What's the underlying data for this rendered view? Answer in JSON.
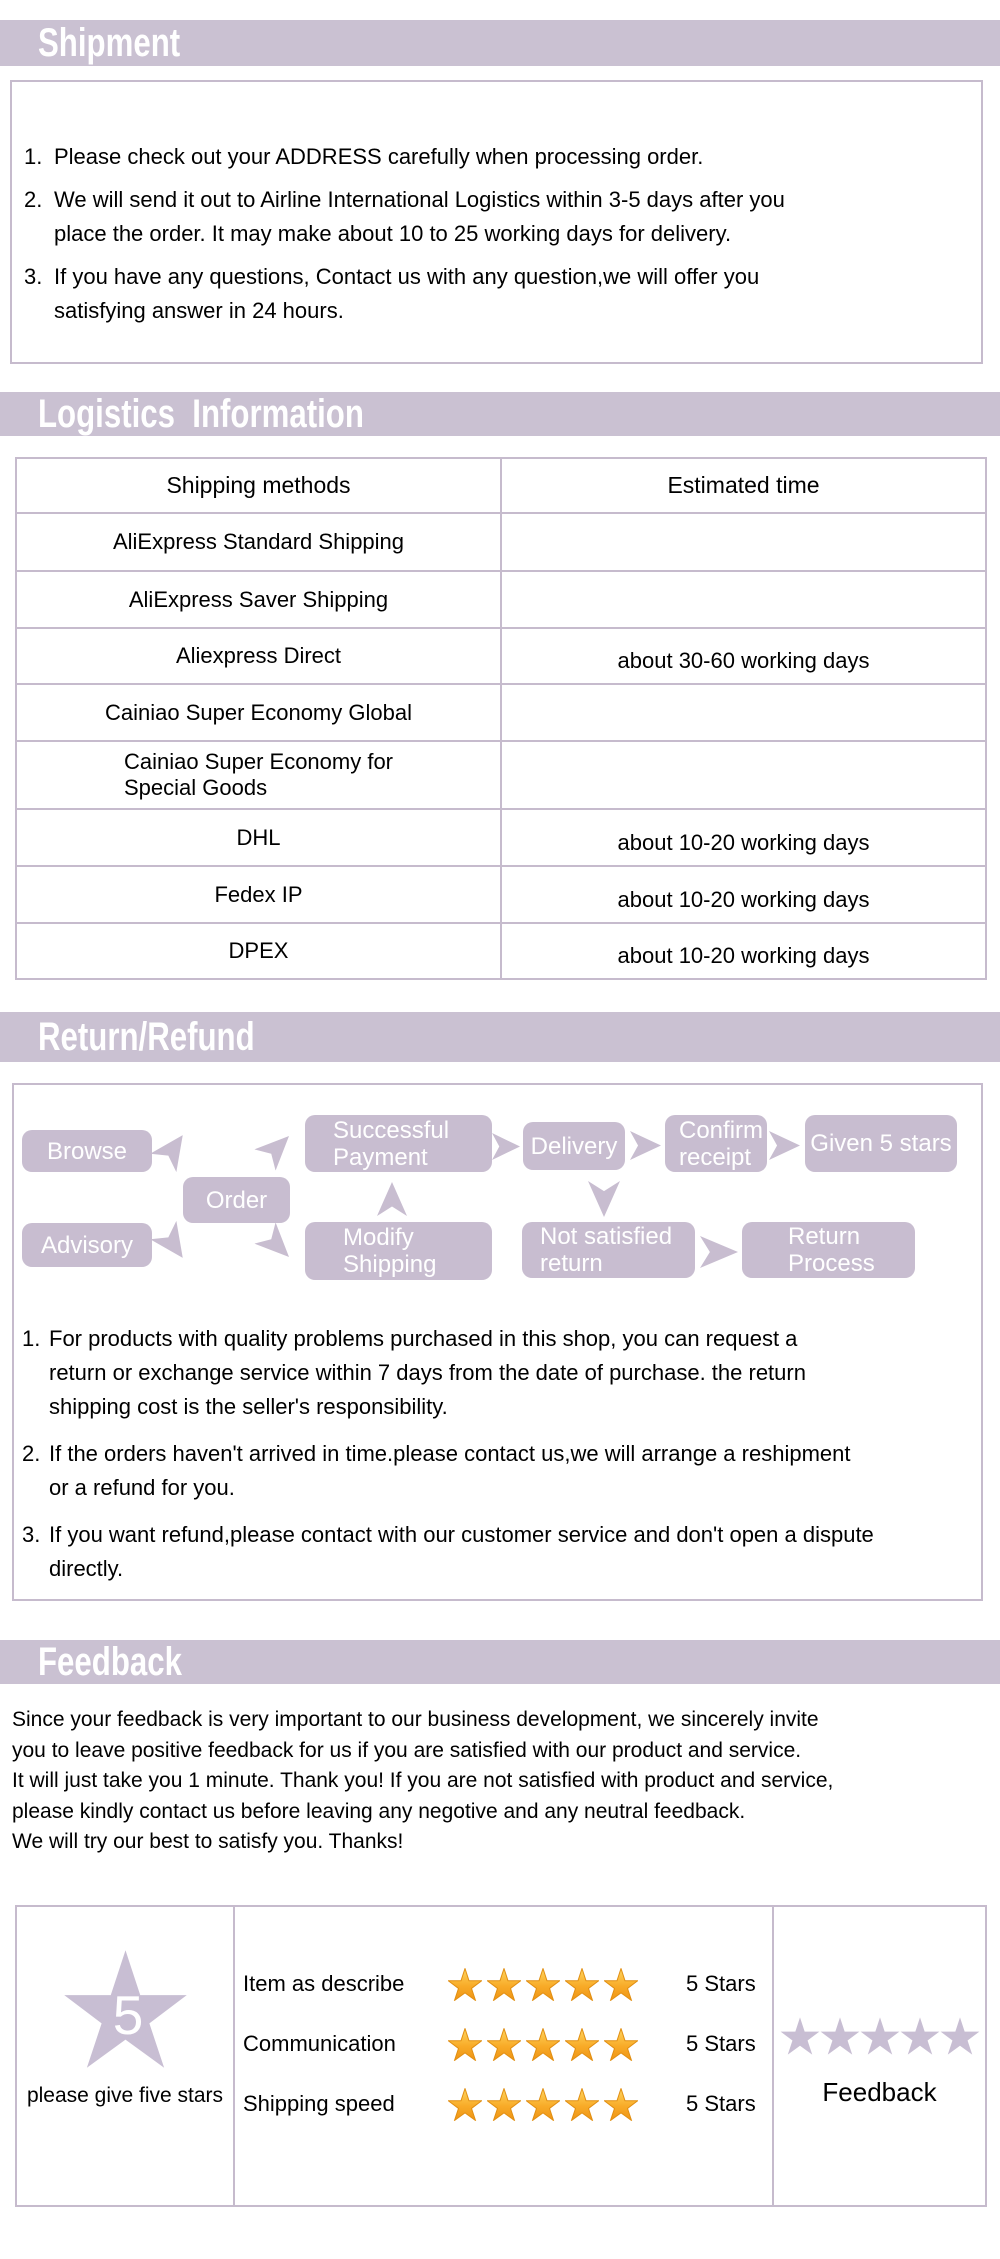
{
  "colors": {
    "band_bg": "#cac1d2",
    "band_text": "#ffffff",
    "border": "#c6bbcd",
    "flow_node": "#c8bdd0",
    "purple_star": "#c8bed3",
    "gold_star_top": "#fed45f",
    "gold_star_bottom": "#ef9414",
    "gold_star_stroke": "#e18f12",
    "body_text": "#000000"
  },
  "shipment": {
    "title": "Shipment",
    "items": [
      {
        "num": "1.",
        "text": "Please check out your ADDRESS carefully when processing order."
      },
      {
        "num": "2.",
        "text": "We will send it out to Airline International Logistics within 3-5 days after you\nplace the order. It may make about 10 to 25 working days for delivery."
      },
      {
        "num": "3.",
        "text": "If you have any questions, Contact us with any question,we will offer you\nsatisfying answer in 24 hours."
      }
    ]
  },
  "logistics": {
    "title": "Logistics  Information",
    "table": {
      "headers": [
        "Shipping methods",
        "Estimated time"
      ],
      "rows": [
        {
          "method": "AliExpress Standard Shipping",
          "time": ""
        },
        {
          "method": "AliExpress Saver Shipping",
          "time": ""
        },
        {
          "method": "Aliexpress Direct",
          "time": "about 30-60 working days"
        },
        {
          "method": "Cainiao Super Economy Global",
          "time": ""
        },
        {
          "method": "Cainiao Super Economy for\nSpecial Goods",
          "time": ""
        },
        {
          "method": "DHL",
          "time": "about 10-20 working days"
        },
        {
          "method": "Fedex IP",
          "time": "about 10-20 working days"
        },
        {
          "method": "DPEX",
          "time": "about 10-20 working days"
        }
      ]
    }
  },
  "returns": {
    "title": "Return/Refund",
    "flow": {
      "browse": "Browse",
      "order": "Order",
      "advisory": "Advisory",
      "successful_payment": "Successful\nPayment",
      "modify_shipping": "Modify\nShipping",
      "delivery": "Delivery",
      "not_satisfied": "Not satisfied\nreturn",
      "confirm_receipt": "Confirm\nreceipt",
      "return_process": "Return\nProcess",
      "given_5_stars": "Given 5 stars"
    },
    "items": [
      {
        "num": "1.",
        "text": "For products with quality problems purchased in this shop, you can request a\nreturn or exchange service within 7 days from the date of purchase. the return\nshipping cost is the seller's responsibility."
      },
      {
        "num": "2.",
        "text": "If the orders haven't arrived in time.please contact us,we will arrange a reshipment\nor a refund for you."
      },
      {
        "num": "3.",
        "text": "If you want refund,please contact with our customer service and don't open a dispute\ndirectly."
      }
    ]
  },
  "feedback": {
    "title": "Feedback",
    "paragraph": "Since your feedback is very important to our business development, we sincerely invite\nyou to leave positive feedback for us if you are satisfied with our product and service.\nIt will just take you 1 minute. Thank you! If you are not satisfied with product and service,\nplease kindly contact us before leaving any negotive and any neutral feedback.\nWe will try our best to satisfy you. Thanks!",
    "big_star_number": "5",
    "big_star_caption": "please give five stars",
    "rating_rows": [
      {
        "label": "Item as describe",
        "stars": 5,
        "value": "5 Stars"
      },
      {
        "label": "Communication",
        "stars": 5,
        "value": "5 Stars"
      },
      {
        "label": "Shipping speed",
        "stars": 5,
        "value": "5 Stars"
      }
    ],
    "right_stars": 5,
    "right_label": "Feedback"
  }
}
